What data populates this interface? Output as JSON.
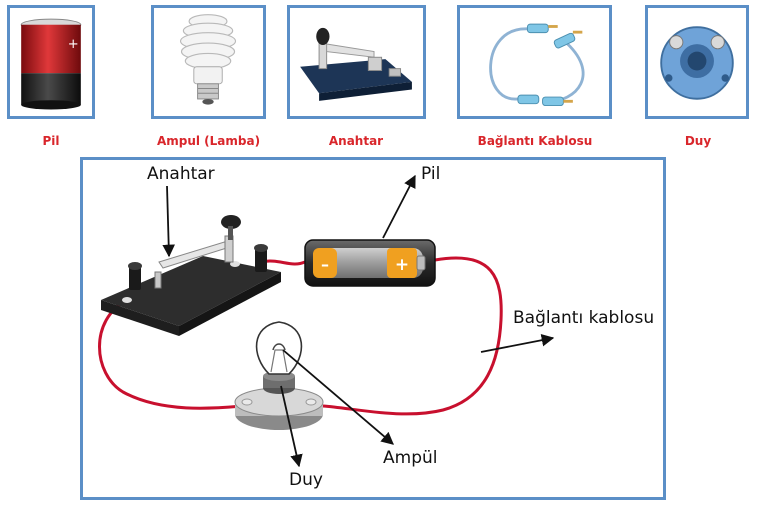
{
  "components": [
    {
      "id": "battery",
      "label": "Pil"
    },
    {
      "id": "bulb",
      "label": "Ampul (Lamba)"
    },
    {
      "id": "switch",
      "label": "Anahtar"
    },
    {
      "id": "cable",
      "label": "Bağlantı Kablosu"
    },
    {
      "id": "socket",
      "label": "Duy"
    }
  ],
  "circuit": {
    "labels": {
      "switch": "Anahtar",
      "battery": "Pil",
      "cable": "Bağlantı kablosu",
      "socket": "Duy",
      "bulb": "Ampül"
    },
    "battery_terminals": {
      "negative": "–",
      "positive": "+"
    }
  },
  "colors": {
    "frame": "#5b8fc7",
    "caption": "#d9262b",
    "wire": "#c8102e"
  }
}
